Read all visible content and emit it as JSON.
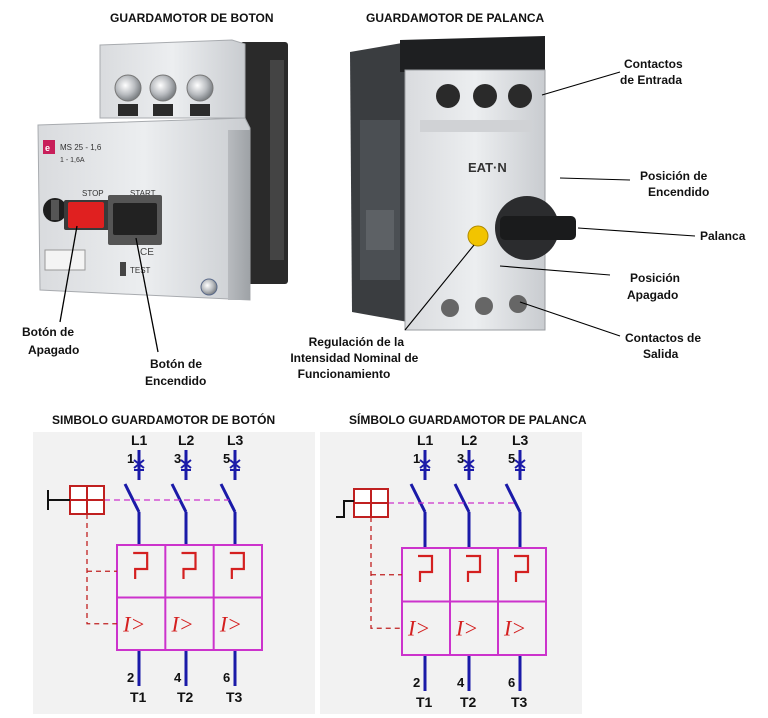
{
  "titles": {
    "button_breaker": "GUARDAMOTOR DE BOTON",
    "lever_breaker": "GUARDAMOTOR DE PALANCA",
    "button_symbol": "SIMBOLO GUARDAMOTOR DE BOTÓN",
    "lever_symbol": "SÍMBOLO GUARDAMOTOR DE PALANCA"
  },
  "button_device": {
    "model": "MS 25 - 1,6",
    "range": "1 - 1,6A",
    "stop_label": "STOP",
    "start_label": "START",
    "test_label": "TEST",
    "ce_mark": "CE",
    "callouts": {
      "off_button": [
        "Botón de",
        "Apagado"
      ],
      "on_button": [
        "Botón de",
        "Encendido"
      ]
    }
  },
  "lever_device": {
    "brand": "EAT·N",
    "callouts": {
      "input_contacts": [
        "Contactos",
        "de Entrada"
      ],
      "on_position": [
        "Posición de",
        "Encendido"
      ],
      "lever": [
        "Palanca"
      ],
      "off_position": [
        "Posición",
        "Apagado"
      ],
      "output_contacts": [
        "Contactos de",
        "Salida"
      ],
      "current_adjust": [
        "Regulación de la",
        "Intensidad Nominal de",
        "Funcionamiento"
      ]
    }
  },
  "symbol": {
    "line_labels": [
      "L1",
      "L2",
      "L3"
    ],
    "line_numbers": [
      "1",
      "3",
      "5"
    ],
    "terminal_numbers": [
      "2",
      "4",
      "6"
    ],
    "terminal_labels": [
      "T1",
      "T2",
      "T3"
    ],
    "overcurrent_label": "I>"
  },
  "colors": {
    "symbol_box": "#cc33cc",
    "thermal_element": "#d42020",
    "conductor": "#1a1aa8",
    "actuator": "#c02020",
    "symbol_background": "#f2f2f2"
  }
}
